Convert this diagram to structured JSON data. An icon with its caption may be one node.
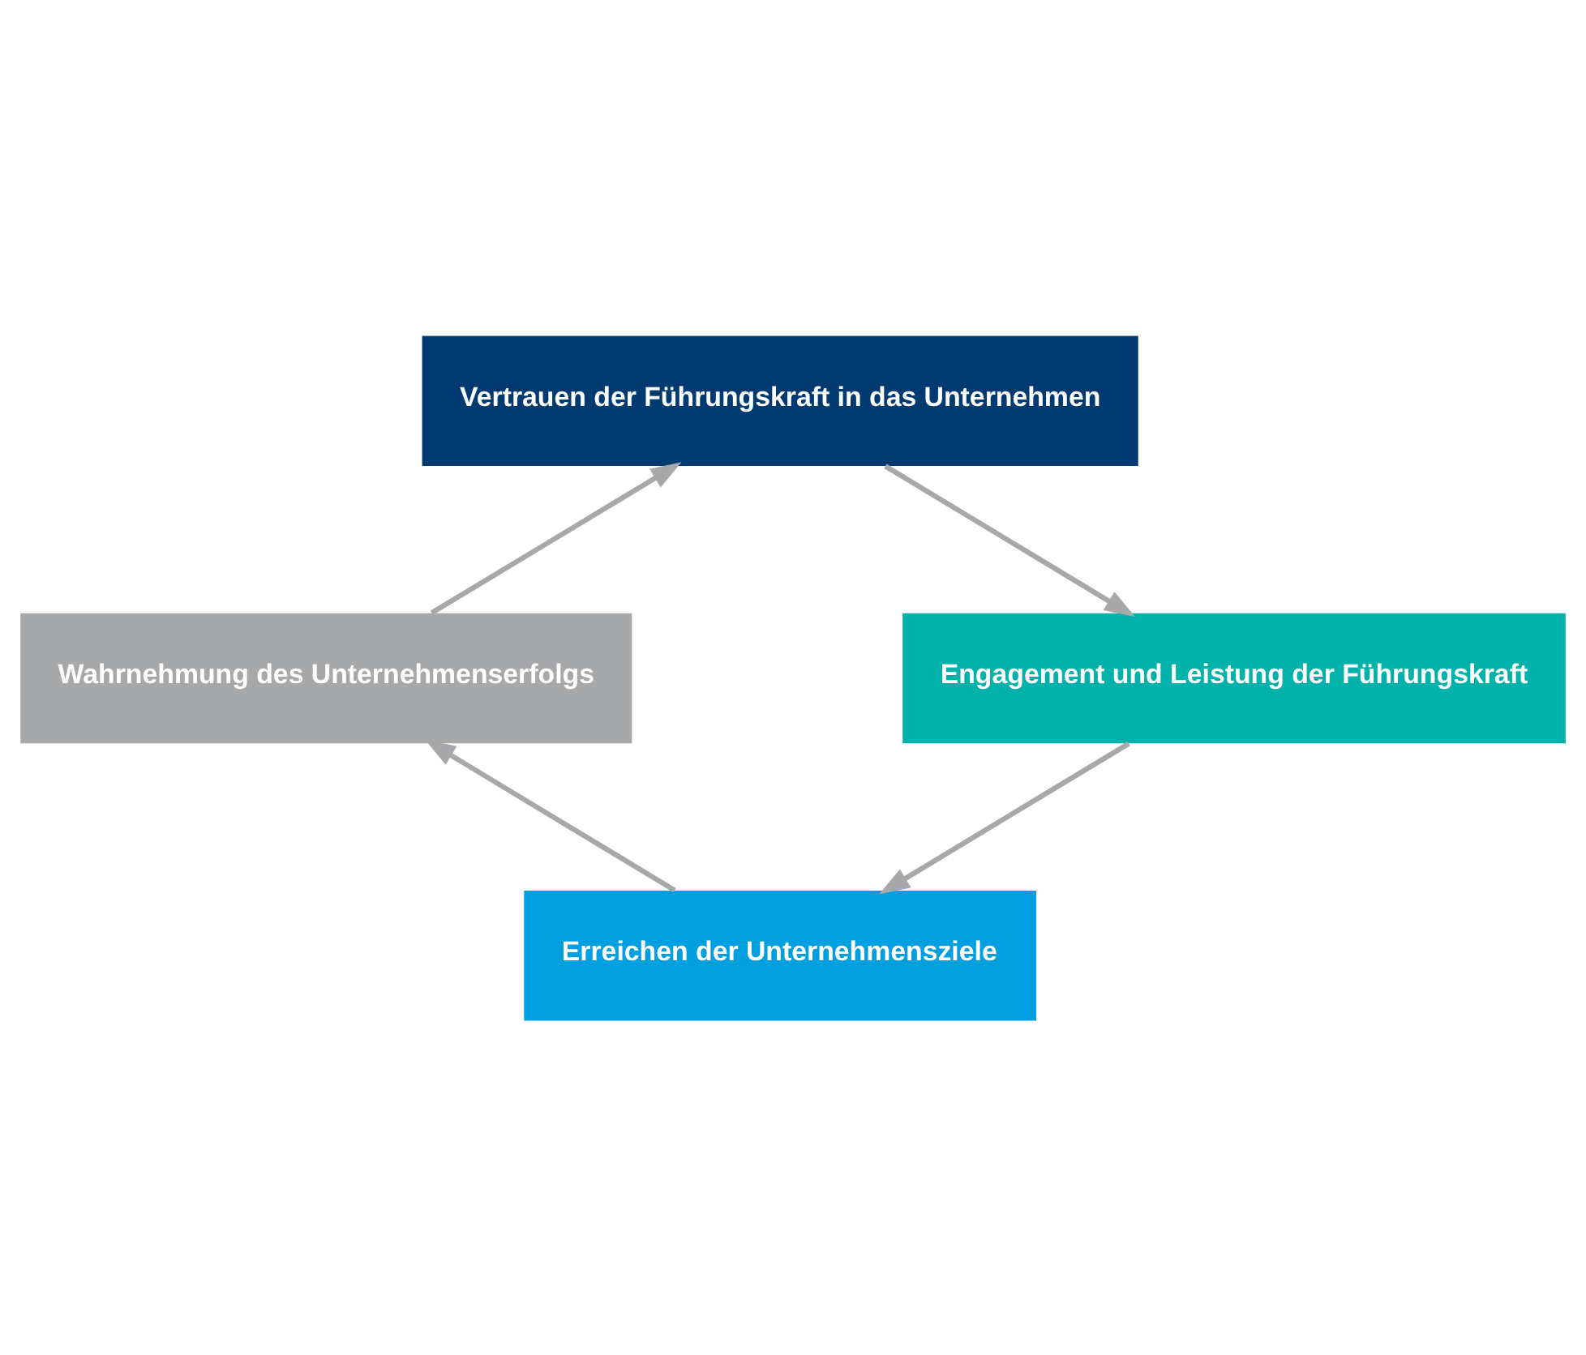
{
  "diagram": {
    "nodes": [
      {
        "text": [
          "Vertrauen der Führungskraft in das Unternehmen"
        ]
      },
      {
        "text": [
          "Wahrnehmung des Unternehmenserfolgs"
        ]
      },
      {
        "text": [
          "Engagement und Leistung der Führungskraft"
        ]
      },
      {
        "text": [
          "Erreichen der Unternehmensziele"
        ]
      }
    ],
    "edges": [
      {
        "from": 0,
        "to": 2,
        "arrow": "to"
      },
      {
        "from": 2,
        "to": 3,
        "arrow": "to"
      },
      {
        "from": 3,
        "to": 1,
        "arrow": "to"
      },
      {
        "from": 1,
        "to": 0,
        "arrow": "to"
      }
    ]
  }
}
